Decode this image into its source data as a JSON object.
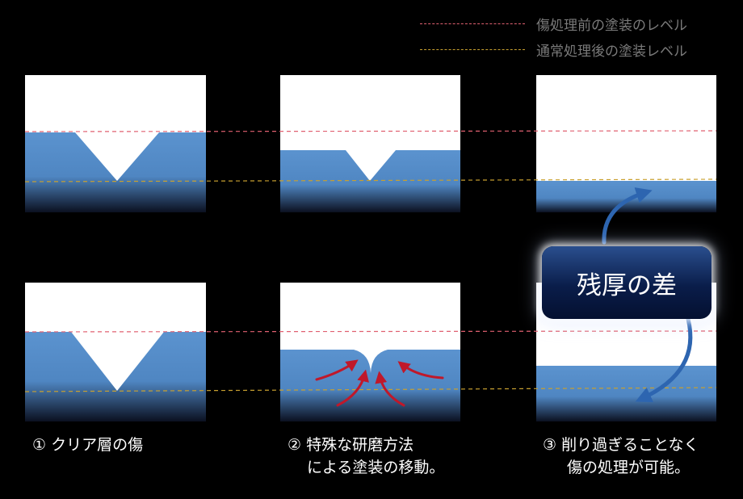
{
  "legend": {
    "items": [
      {
        "label": "傷処理前の塗装のレベル",
        "color": "#e06070"
      },
      {
        "label": "通常処理後の塗装レベル",
        "color": "#c8a030"
      }
    ]
  },
  "callout": {
    "label": "残厚の差"
  },
  "captions": {
    "step1": {
      "line1": "① クリア層の傷"
    },
    "step2": {
      "line1": "② 特殊な研磨方法",
      "line2": "による塗装の移動。"
    },
    "step3": {
      "line1": "③ 削り過ぎることなく",
      "line2": "傷の処理が可能。"
    }
  },
  "colors": {
    "paint": "#5b93cf",
    "paint_dark": "#0b1020",
    "arrow_red": "#c0182a",
    "arrow_blue": "#2d65b0",
    "background": "#000000"
  }
}
